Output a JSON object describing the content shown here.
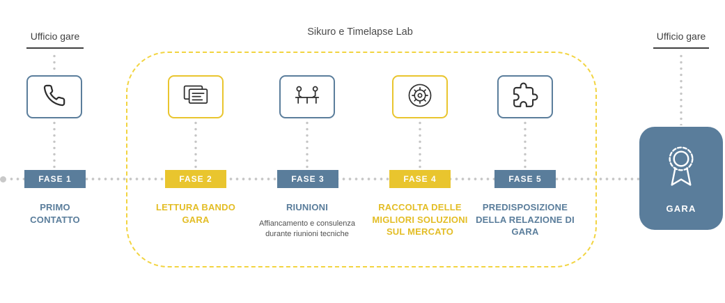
{
  "diagram": {
    "title": "Sikuro e Timelapse Lab",
    "left_office_label": "Ufficio gare",
    "right_office_label": "Ufficio gare",
    "colors": {
      "blue": "#5a7d9b",
      "yellow": "#e9c52e",
      "dashed_border": "#f2d440",
      "dotted_line": "#c6c6c6",
      "text_dark": "#3f3f3f",
      "text_gray": "#4f4f4f"
    },
    "phases": [
      {
        "badge": "FASE 1",
        "title": "PRIMO CONTATTO",
        "color": "blue",
        "icon": "phone-icon"
      },
      {
        "badge": "FASE 2",
        "title": "LETTURA BANDO GARA",
        "color": "yellow",
        "icon": "presentation-board-icon"
      },
      {
        "badge": "FASE 3",
        "title": "RIUNIONI",
        "subtitle": "Affiancamento e consulenza durante riunioni tecniche",
        "color": "blue",
        "icon": "meeting-icon"
      },
      {
        "badge": "FASE 4",
        "title": "RACCOLTA DELLE MIGLIORI SOLUZIONI SUL MERCATO",
        "color": "yellow",
        "icon": "gear-icon"
      },
      {
        "badge": "FASE 5",
        "title": "PREDISPOSIZIONE DELLA RELAZIONE DI GARA",
        "color": "blue",
        "icon": "puzzle-icon"
      }
    ],
    "result": {
      "label": "GARA",
      "icon": "award-ribbon-icon"
    }
  }
}
